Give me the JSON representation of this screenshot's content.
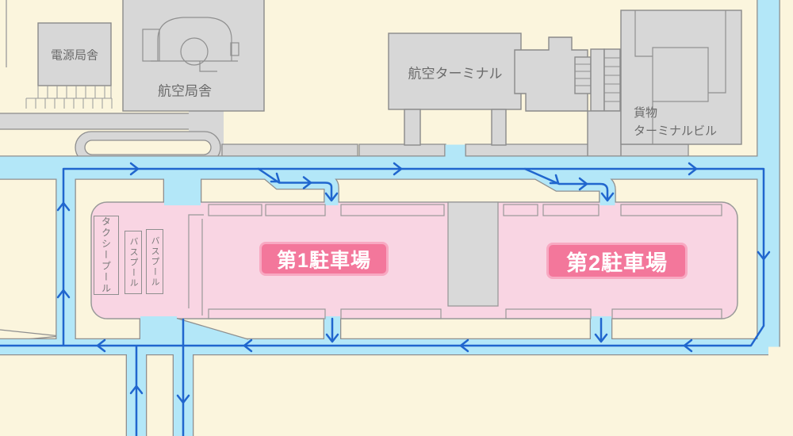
{
  "map": {
    "title": "airport-parking-area-map",
    "colors": {
      "background": "#FBF5DD",
      "road_fill": "#B3E7F8",
      "road_casing": "#8F8F8F",
      "route_arrow": "#2066CE",
      "building_fill": "#D7D7D7",
      "building_stroke": "#8A8A8A",
      "parking_fill": "#F9D5E3",
      "parking_stroke": "#999999",
      "label_box_fill": "#F3779B",
      "label_box_border": "#F8A9C2",
      "center_block_fill": "#D9D9D9",
      "text_gray": "#6B6B6B"
    },
    "buildings": {
      "dengen": "電源局舎",
      "koku_kyokusha": "航空局舎",
      "koku_terminal": "航空ターミナル",
      "kamotsu_line1": "貨物",
      "kamotsu_line2": "ターミナルビル"
    },
    "parking": {
      "lot1": "第1駐車場",
      "lot2": "第2駐車場",
      "taxi_pool": "タクシープール",
      "bus_pool_1": "バスプール",
      "bus_pool_2": "バスプール"
    }
  }
}
